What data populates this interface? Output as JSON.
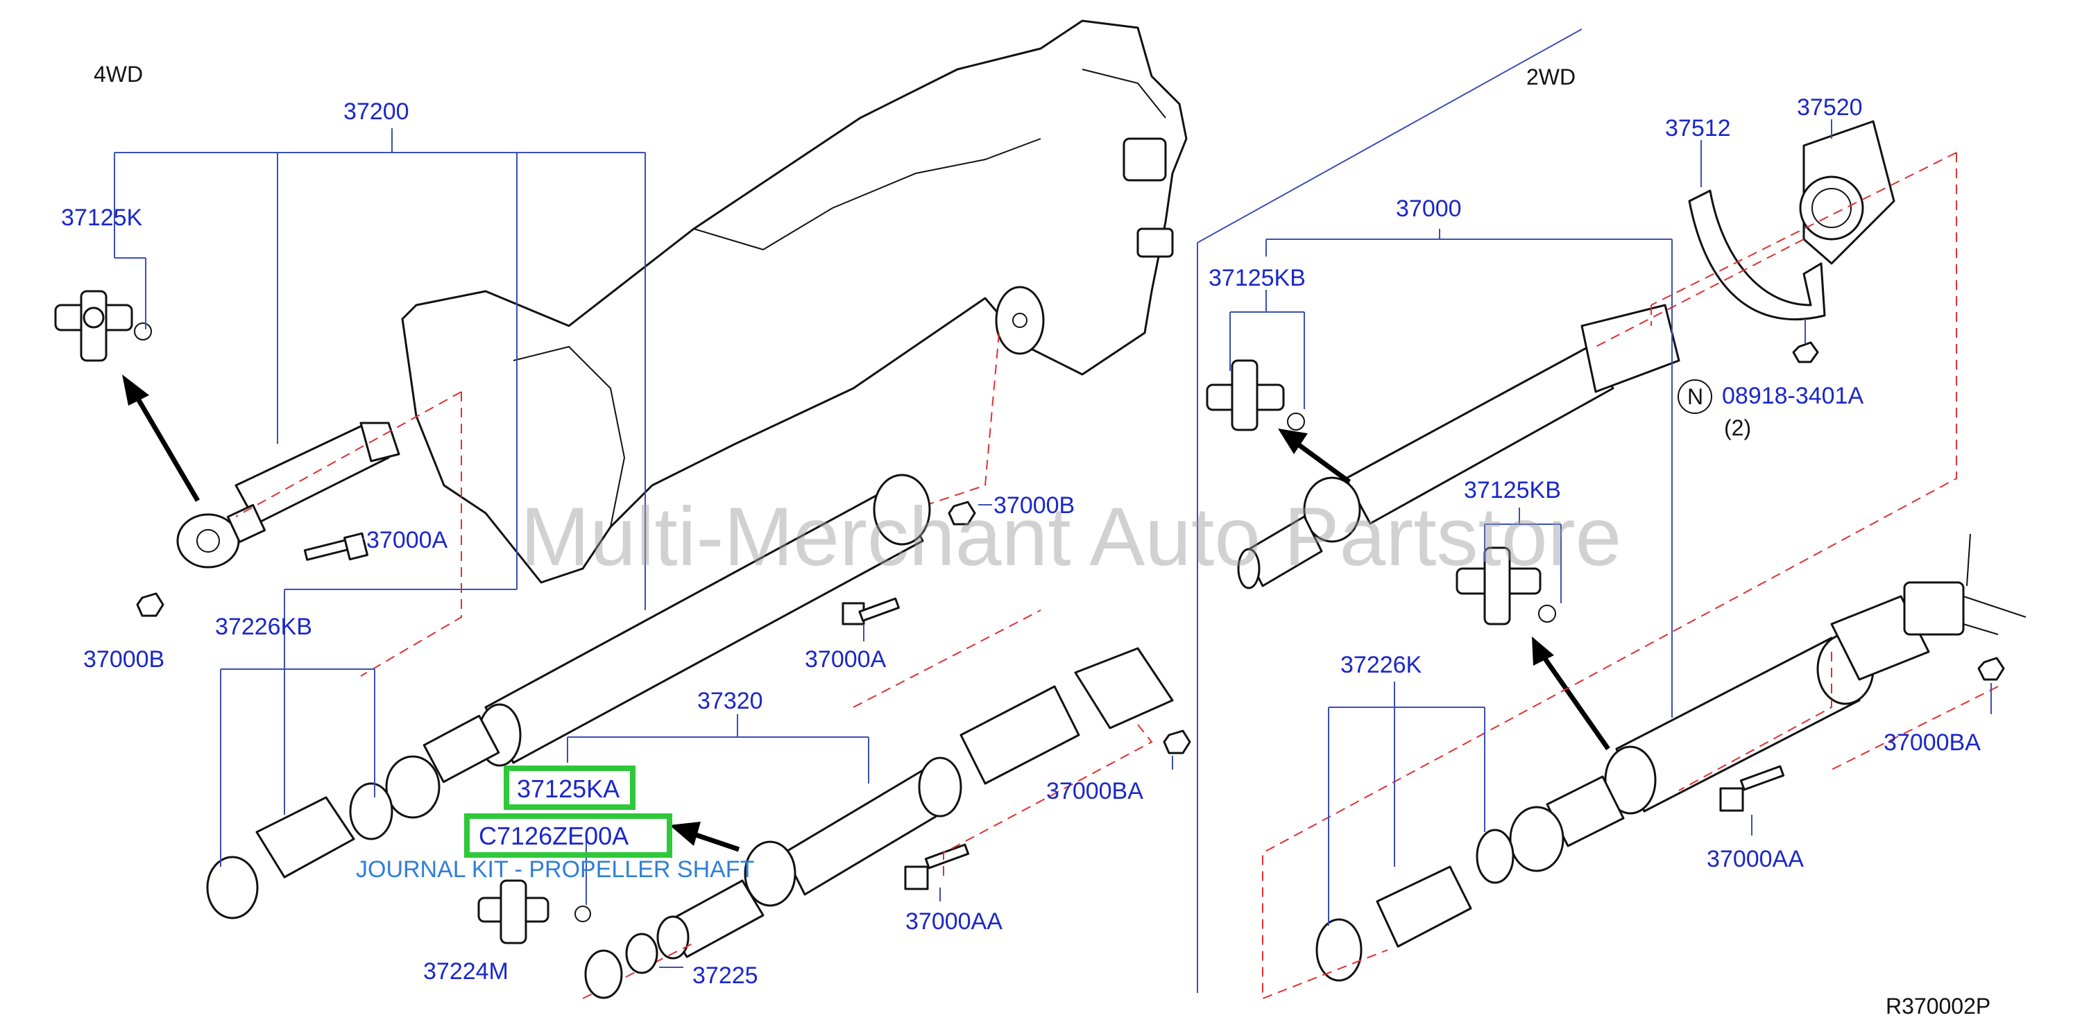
{
  "sections": {
    "left_title": "4WD",
    "right_title": "2WD"
  },
  "watermark": "Multi-Merchant Auto Partstore",
  "diagram_code": "R370002P",
  "left_labels": {
    "p37200": "37200",
    "p37125K": "37125K",
    "p37000A": "37000A",
    "p37000B_left": "37000B",
    "p37226KB": "37226KB",
    "p37000B_right": "37000B",
    "p37000A_lower": "37000A",
    "p37320": "37320",
    "p37000BA": "37000BA",
    "p37000AA": "37000AA",
    "p37224M": "37224M",
    "p37225": "37225"
  },
  "highlight": {
    "part_a": "37125KA",
    "part_b": "C7126ZE00A",
    "caption": "JOURNAL KIT - PROPELLER SHAFT"
  },
  "right_labels": {
    "p37512": "37512",
    "p37520": "37520",
    "p37000": "37000",
    "p37125KB_top": "37125KB",
    "n_symbol": "N",
    "p08918": "08918-3401A",
    "qty": "(2)",
    "p37125KB_mid": "37125KB",
    "p37226K": "37226K",
    "p37000BA": "37000BA",
    "p37000AA": "37000AA"
  }
}
